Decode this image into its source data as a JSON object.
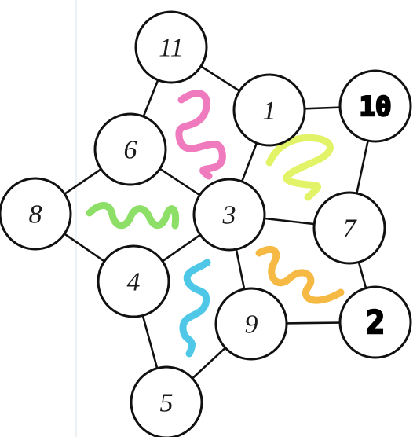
{
  "nodes": [
    {
      "id": "11",
      "label": "11",
      "bold": false
    },
    {
      "id": "1",
      "label": "1",
      "bold": false
    },
    {
      "id": "10",
      "label": "10",
      "bold": true
    },
    {
      "id": "6",
      "label": "6",
      "bold": false
    },
    {
      "id": "8",
      "label": "8",
      "bold": false
    },
    {
      "id": "3",
      "label": "3",
      "bold": false
    },
    {
      "id": "7",
      "label": "7",
      "bold": false
    },
    {
      "id": "4",
      "label": "4",
      "bold": false
    },
    {
      "id": "9",
      "label": "9",
      "bold": false
    },
    {
      "id": "2",
      "label": "2",
      "bold": true
    },
    {
      "id": "5",
      "label": "5",
      "bold": false
    }
  ],
  "edges": [
    [
      "11",
      "1"
    ],
    [
      "11",
      "6"
    ],
    [
      "1",
      "10"
    ],
    [
      "1",
      "3"
    ],
    [
      "10",
      "7"
    ],
    [
      "6",
      "8"
    ],
    [
      "6",
      "3"
    ],
    [
      "8",
      "4"
    ],
    [
      "4",
      "3"
    ],
    [
      "3",
      "7"
    ],
    [
      "3",
      "9"
    ],
    [
      "7",
      "2"
    ],
    [
      "9",
      "2"
    ],
    [
      "4",
      "5"
    ],
    [
      "5",
      "9"
    ]
  ],
  "squiggles": [
    {
      "color": "#ee6fb8",
      "region": "11-1-3-6"
    },
    {
      "color": "#dff25a",
      "region": "1-10-7-3"
    },
    {
      "color": "#83dc5a",
      "region": "8-6-3-4"
    },
    {
      "color": "#3fc3e4",
      "region": "4-3-9-5"
    },
    {
      "color": "#f5b333",
      "region": "3-7-2-9"
    }
  ]
}
